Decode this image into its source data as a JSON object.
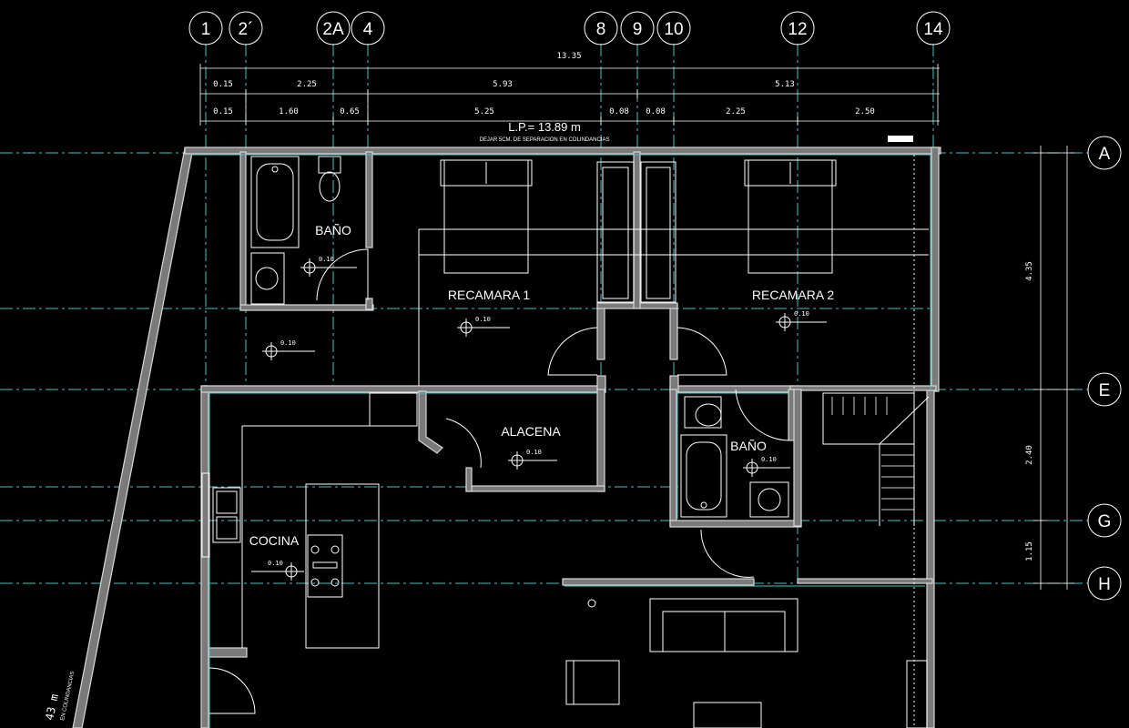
{
  "grid": {
    "columns": [
      {
        "label": "1"
      },
      {
        "label": "2´"
      },
      {
        "label": "2A"
      },
      {
        "label": "4"
      },
      {
        "label": "8"
      },
      {
        "label": "9"
      },
      {
        "label": "10"
      },
      {
        "label": "12"
      },
      {
        "label": "14"
      }
    ],
    "rows": [
      {
        "label": "A"
      },
      {
        "label": "E"
      },
      {
        "label": "G"
      },
      {
        "label": "H"
      }
    ]
  },
  "dimensions": {
    "total": "13.35",
    "row2": [
      "0.15",
      "2.25",
      "5.93",
      "5.13"
    ],
    "row3": [
      "0.15",
      "1.60",
      "0.65",
      "5.25",
      "0.08",
      "0.08",
      "2.25",
      "2.50"
    ],
    "vertical": [
      "4.35",
      "2.40",
      "1.15"
    ],
    "side_partial": "43 m",
    "side_note": "EN COLINDANCIAS"
  },
  "property_line": {
    "label": "L.P.= 13.89 m",
    "note": "DEJAR 5CM. DE SEPARACION EN COLINDANCIAS"
  },
  "rooms": {
    "bano1": "BAÑO",
    "recamara1": "RECAMARA 1",
    "recamara2": "RECAMARA 2",
    "alacena": "ALACENA",
    "bano2": "BAÑO",
    "cocina": "COCINA"
  },
  "level_marker": "0.10",
  "colors": {
    "background": "#000000",
    "axis": "#4fc0c4",
    "line": "#ffffff",
    "wall_fill": "#7a7a7a"
  }
}
